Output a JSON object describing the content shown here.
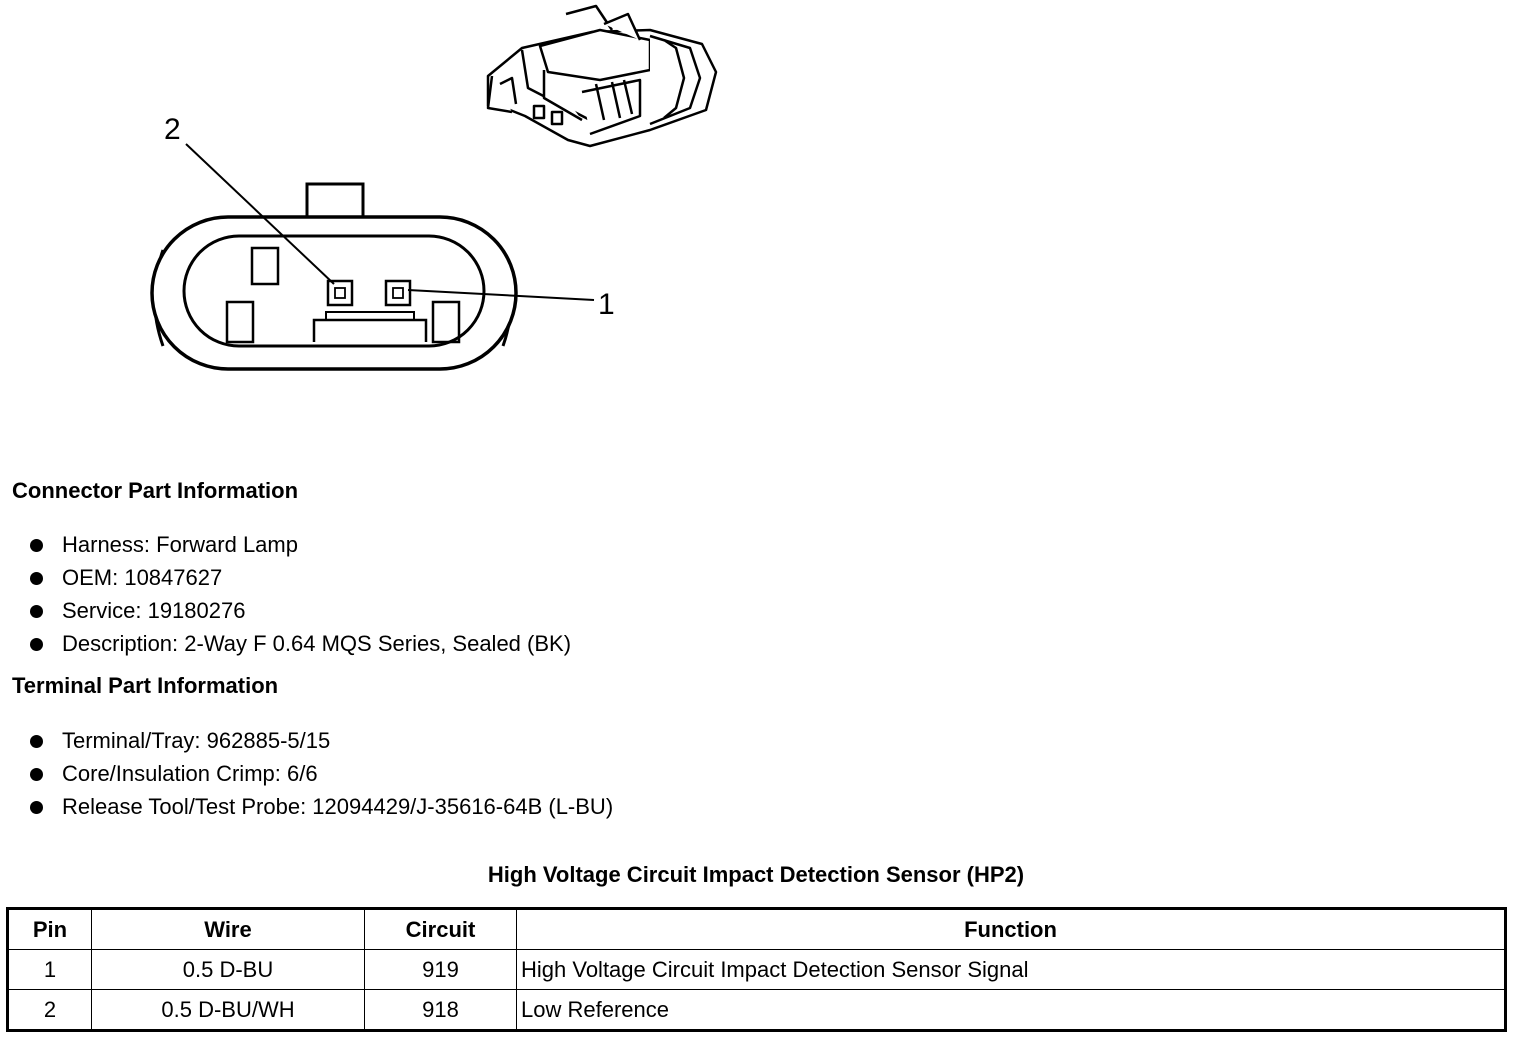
{
  "diagram": {
    "callouts": [
      "2",
      "1"
    ]
  },
  "connector_section": {
    "heading": "Connector Part Information",
    "items": [
      "Harness: Forward Lamp",
      "OEM: 10847627",
      "Service: 19180276",
      "Description: 2-Way F 0.64 MQS Series, Sealed (BK)"
    ]
  },
  "terminal_section": {
    "heading": "Terminal Part Information",
    "items": [
      "Terminal/Tray: 962885-5/15",
      "Core/Insulation Crimp: 6/6",
      "Release Tool/Test Probe: 12094429/J-35616-64B (L-BU)"
    ]
  },
  "table": {
    "title": "High Voltage Circuit Impact Detection Sensor (HP2)",
    "headers": [
      "Pin",
      "Wire",
      "Circuit",
      "Function"
    ],
    "rows": [
      [
        "1",
        "0.5 D-BU",
        "919",
        "High Voltage Circuit Impact Detection Sensor Signal"
      ],
      [
        "2",
        "0.5 D-BU/WH",
        "918",
        "Low Reference"
      ]
    ]
  }
}
